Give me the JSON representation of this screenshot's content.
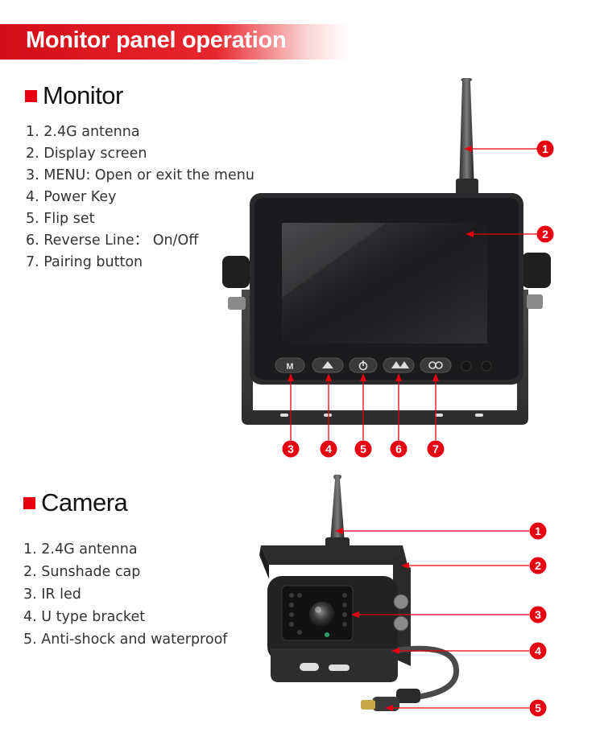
{
  "banner": {
    "title": "Monitor panel operation"
  },
  "monitor": {
    "heading": "Monitor",
    "items": [
      "1. 2.4G antenna",
      "2. Display screen",
      "3. MENU: Open or exit the menu",
      "4. Power Key",
      "5. Flip set",
      "6. Reverse Line： On/Off",
      "7. Pairing button"
    ],
    "buttons": {
      "menu_label": "M"
    },
    "callouts": [
      "1",
      "2",
      "3",
      "4",
      "5",
      "6",
      "7"
    ]
  },
  "camera": {
    "heading": "Camera",
    "items": [
      "1. 2.4G antenna",
      "2. Sunshade cap",
      "3. IR led",
      "4. U type bracket",
      "5. Anti-shock  and  waterproof"
    ],
    "callouts": [
      "1",
      "2",
      "3",
      "4",
      "5"
    ]
  },
  "colors": {
    "accent": "#e60012",
    "banner": "#d40d17"
  }
}
